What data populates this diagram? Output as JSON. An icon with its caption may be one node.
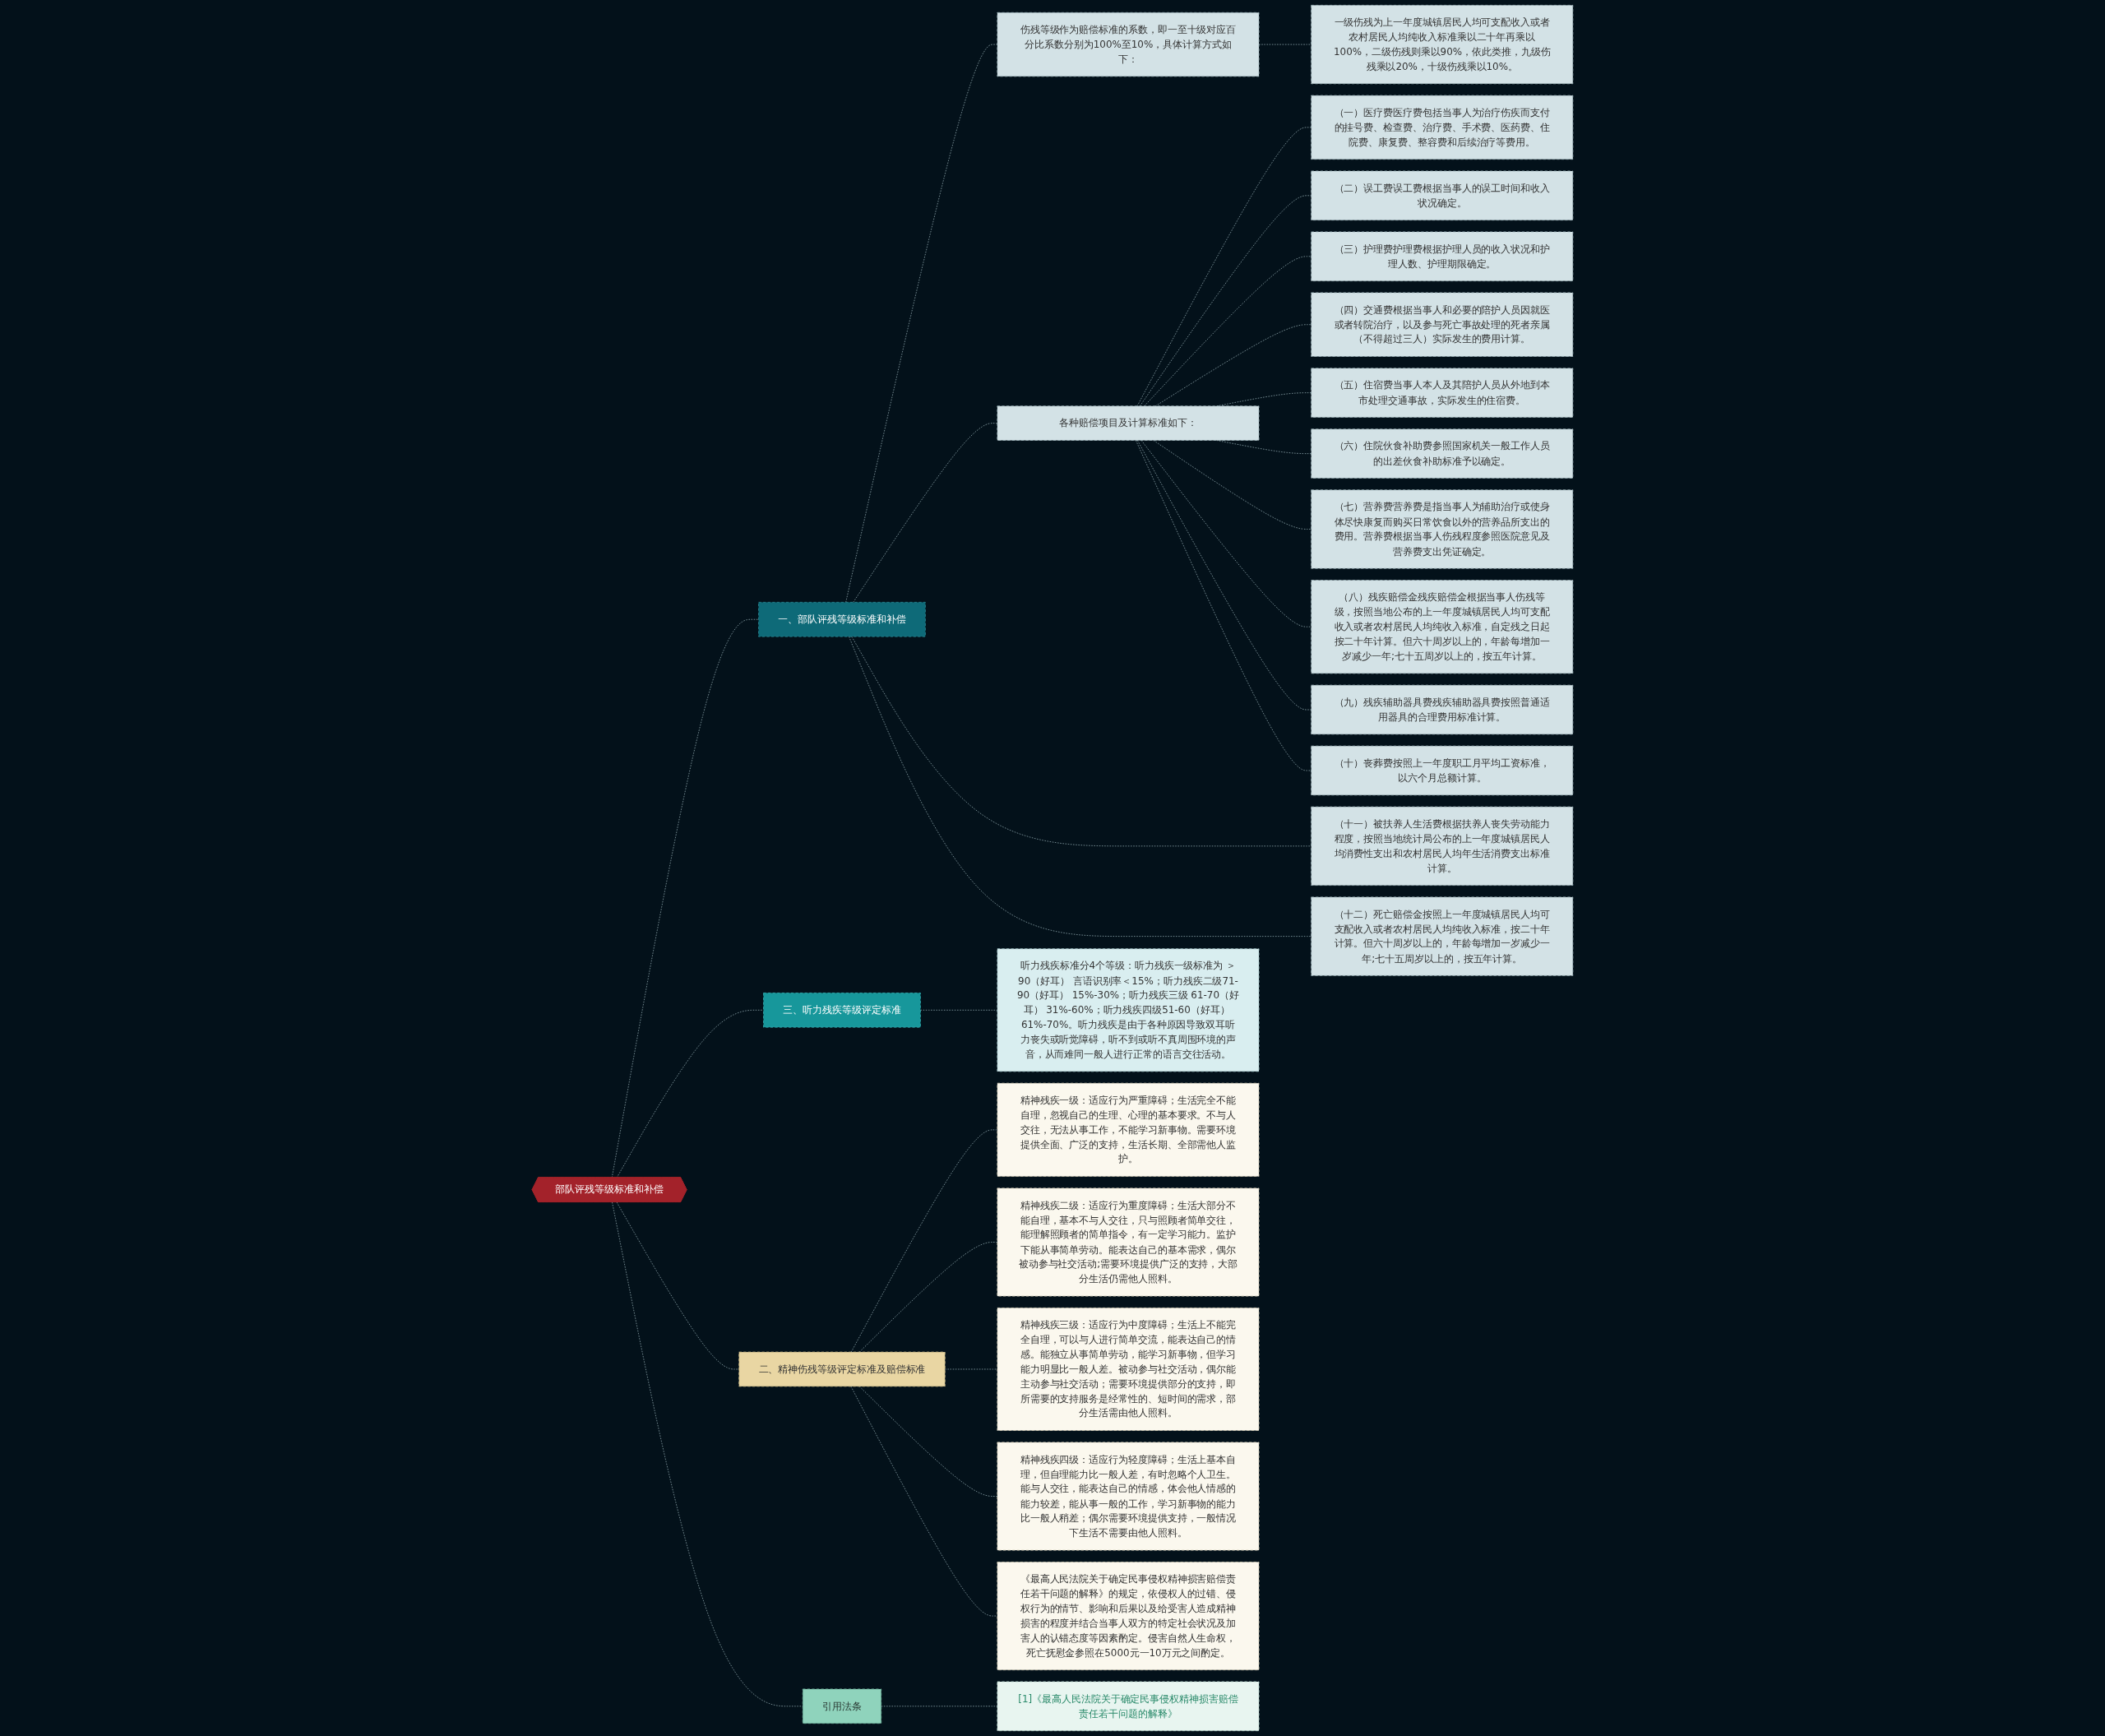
{
  "diagram": {
    "nodes": [
      {
        "text": [
          "部队评残等级标准和补偿"
        ]
      },
      {
        "text": [
          "一、部队评残等级标准和补偿"
        ]
      },
      {
        "text": [
          "伤残等级作为赔偿标准的系数，即一至十级对应百分比系数分别为100%至10%，具体计算方式如下："
        ]
      },
      {
        "text": [
          "一级伤残为上一年度城镇居民人均可支配收入或者农村居民人均纯收入标准乘以二十年再乘以100%，二级伤残则乘以90%，依此类推，九级伤残乘以20%，十级伤残乘以10%。"
        ]
      },
      {
        "text": [
          "各种赔偿项目及计算标准如下："
        ]
      },
      {
        "text": [
          "（一）医疗费医疗费包括当事人为治疗伤疾而支付的挂号费、检查费、治疗费、手术费、医药费、住院费、康复费、整容费和后续治疗等费用。"
        ]
      },
      {
        "text": [
          "（二）误工费误工费根据当事人的误工时间和收入状况确定。"
        ]
      },
      {
        "text": [
          "（三）护理费护理费根据护理人员的收入状况和护理人数、护理期限确定。"
        ]
      },
      {
        "text": [
          "（四）交通费根据当事人和必要的陪护人员因就医或者转院治疗，以及参与死亡事故处理的死者亲属（不得超过三人）实际发生的费用计算。"
        ]
      },
      {
        "text": [
          "（五）住宿费当事人本人及其陪护人员从外地到本市处理交通事故，实际发生的住宿费。"
        ]
      },
      {
        "text": [
          "（六）住院伙食补助费参照国家机关一般工作人员的出差伙食补助标准予以确定。"
        ]
      },
      {
        "text": [
          "（七）营养费营养费是指当事人为辅助治疗或使身体尽快康复而购买日常饮食以外的营养品所支出的费用。营养费根据当事人伤残程度参照医院意见及营养费支出凭证确定。"
        ]
      },
      {
        "text": [
          "（八）残疾赔偿金残疾赔偿金根据当事人伤残等级，按照当地公布的上一年度城镇居民人均可支配收入或者农村居民人均纯收入标准，自定残之日起按二十年计算。但六十周岁以上的，年龄每增加一岁减少一年;七十五周岁以上的，按五年计算。"
        ]
      },
      {
        "text": [
          "（九）残疾辅助器具费残疾辅助器具费按照普通适用器具的合理费用标准计算。"
        ]
      },
      {
        "text": [
          "（十）丧葬费按照上一年度职工月平均工资标准，以六个月总额计算。"
        ]
      },
      {
        "text": [
          "（十一）被扶养人生活费根据扶养人丧失劳动能力程度，按照当地统计局公布的上一年度城镇居民人均消费性支出和农村居民人均年生活消费支出标准计算。"
        ]
      },
      {
        "text": [
          "（十二）死亡赔偿金按照上一年度城镇居民人均可支配收入或者农村居民人均纯收入标准，按二十年计算。但六十周岁以上的，年龄每增加一岁减少一年;七十五周岁以上的，按五年计算。"
        ]
      },
      {
        "text": [
          "三、听力残疾等级评定标准"
        ]
      },
      {
        "text": [
          "听力残疾标准分4个等级：听力残疾一级标准为 ＞90（好耳） 言语识别率＜15%；听力残疾二级71-90（好耳） 15%-30%；听力残疾三级 61-70（好耳） 31%-60%；听力残疾四级51-60（好耳） 61%-70%。听力残疾是由于各种原因导致双耳听力丧失或听觉障碍，听不到或听不真周围环境的声音，从而难同一般人进行正常的语言交往活动。"
        ]
      },
      {
        "text": [
          "二、精神伤残等级评定标准及赔偿标准"
        ]
      },
      {
        "text": [
          "精神残疾一级：适应行为严重障碍；生活完全不能自理，忽视自己的生理、心理的基本要求。不与人交往，无法从事工作，不能学习新事物。需要环境提供全面、广泛的支持，生活长期、全部需他人监护。"
        ]
      },
      {
        "text": [
          "精神残疾二级：适应行为重度障碍；生活大部分不能自理，基本不与人交往，只与照顾者简单交往，能理解照顾者的简单指令，有一定学习能力。监护下能从事简单劳动。能表达自己的基本需求，偶尔被动参与社交活动;需要环境提供广泛的支持，大部分生活仍需他人照料。"
        ]
      },
      {
        "text": [
          "精神残疾三级：适应行为中度障碍；生活上不能完全自理，可以与人进行简单交流，能表达自己的情感。能独立从事简单劳动，能学习新事物，但学习能力明显比一般人差。被动参与社交活动，偶尔能主动参与社交活动；需要环境提供部分的支持，即所需要的支持服务是经常性的、短时间的需求，部分生活需由他人照料。"
        ]
      },
      {
        "text": [
          "精神残疾四级：适应行为轻度障碍；生活上基本自理，但自理能力比一般人差，有时忽略个人卫生。能与人交往，能表达自己的情感，体会他人情感的能力较差，能从事一般的工作，学习新事物的能力比一般人稍差；偶尔需要环境提供支持，一般情况下生活不需要由他人照料。"
        ]
      },
      {
        "text": [
          "《最高人民法院关于确定民事侵权精神损害赔偿责任若干问题的解释》的规定，依侵权人的过错、侵权行为的情节、影响和后果以及给受害人造成精神损害的程度并结合当事人双方的特定社会状况及加害人的认错态度等因素酌定。侵害自然人生命权，死亡抚慰金参照在5000元一10万元之间酌定。"
        ]
      },
      {
        "text": [
          "引用法条"
        ]
      },
      {
        "text": [
          "[1]《最高人民法院关于确定民事侵权精神损害赔偿责任若干问题的解释》"
        ]
      }
    ],
    "edges": [
      {
        "from": 0,
        "to": 1,
        "arrow": "none",
        "style": "dashed"
      },
      {
        "from": 1,
        "to": 2,
        "arrow": "none",
        "style": "dashed"
      },
      {
        "from": 2,
        "to": 3,
        "arrow": "none",
        "style": "dashed"
      },
      {
        "from": 1,
        "to": 4,
        "arrow": "none",
        "style": "dashed"
      },
      {
        "from": 4,
        "to": 5,
        "arrow": "none",
        "style": "dashed"
      },
      {
        "from": 4,
        "to": 6,
        "arrow": "none",
        "style": "dashed"
      },
      {
        "from": 4,
        "to": 7,
        "arrow": "none",
        "style": "dashed"
      },
      {
        "from": 4,
        "to": 8,
        "arrow": "none",
        "style": "dashed"
      },
      {
        "from": 4,
        "to": 9,
        "arrow": "none",
        "style": "dashed"
      },
      {
        "from": 4,
        "to": 10,
        "arrow": "none",
        "style": "dashed"
      },
      {
        "from": 4,
        "to": 11,
        "arrow": "none",
        "style": "dashed"
      },
      {
        "from": 4,
        "to": 12,
        "arrow": "none",
        "style": "dashed"
      },
      {
        "from": 4,
        "to": 13,
        "arrow": "none",
        "style": "dashed"
      },
      {
        "from": 4,
        "to": 14,
        "arrow": "none",
        "style": "dashed"
      },
      {
        "from": 1,
        "to": 15,
        "arrow": "none",
        "style": "dashed"
      },
      {
        "from": 1,
        "to": 16,
        "arrow": "none",
        "style": "dashed"
      },
      {
        "from": 0,
        "to": 17,
        "arrow": "none",
        "style": "dashed"
      },
      {
        "from": 17,
        "to": 18,
        "arrow": "none",
        "style": "dashed"
      },
      {
        "from": 0,
        "to": 19,
        "arrow": "none",
        "style": "dashed"
      },
      {
        "from": 19,
        "to": 20,
        "arrow": "none",
        "style": "dashed"
      },
      {
        "from": 19,
        "to": 21,
        "arrow": "none",
        "style": "dashed"
      },
      {
        "from": 19,
        "to": 22,
        "arrow": "none",
        "style": "dashed"
      },
      {
        "from": 19,
        "to": 23,
        "arrow": "none",
        "style": "dashed"
      },
      {
        "from": 19,
        "to": 24,
        "arrow": "none",
        "style": "dashed"
      },
      {
        "from": 0,
        "to": 25,
        "arrow": "none",
        "style": "dashed"
      },
      {
        "from": 25,
        "to": 26,
        "arrow": "none",
        "style": "dashed"
      }
    ]
  }
}
